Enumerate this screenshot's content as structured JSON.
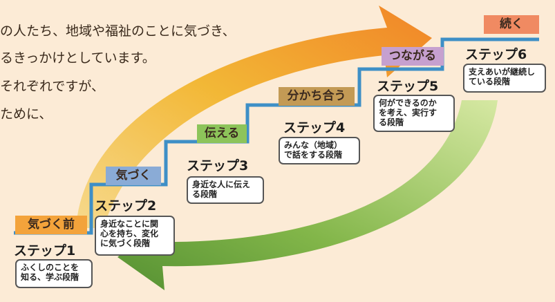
{
  "intro": {
    "line1": "の人たち、地域や福祉のことに気づき、",
    "line2": "るきっかけとしています。",
    "line3": "それぞれですが、",
    "line4": "ために、"
  },
  "steps": [
    {
      "tag": "気づく前",
      "name": "ステップ1",
      "desc": "ふくしのことを\n知る、学ぶ段階",
      "tag_color": "#f3a33b"
    },
    {
      "tag": "気づく",
      "name": "ステップ2",
      "desc": "身近なことに関\n心を持ち、変化\nに気づく段階",
      "tag_color": "#8aabd6"
    },
    {
      "tag": "伝える",
      "name": "ステップ3",
      "desc": "身近な人に伝え\nる段階",
      "tag_color": "#8dc45a"
    },
    {
      "tag": "分かち合う",
      "name": "ステップ4",
      "desc": "みんな（地域）\nで話をする段階",
      "tag_color": "#c39a55"
    },
    {
      "tag": "つながる",
      "name": "ステップ5",
      "desc": "何ができるのか\nを考え、実行す\nる段階",
      "tag_color": "#c6a0cf"
    },
    {
      "tag": "続く",
      "name": "ステップ6",
      "desc": "支えあいが継続し\nている段階",
      "tag_color": "#f08a62"
    }
  ],
  "colors": {
    "stair_line": "#3e8fc6",
    "arrow_yellow": "#f2b52e",
    "arrow_green": "#7cb342",
    "background": "#fcebd6"
  }
}
